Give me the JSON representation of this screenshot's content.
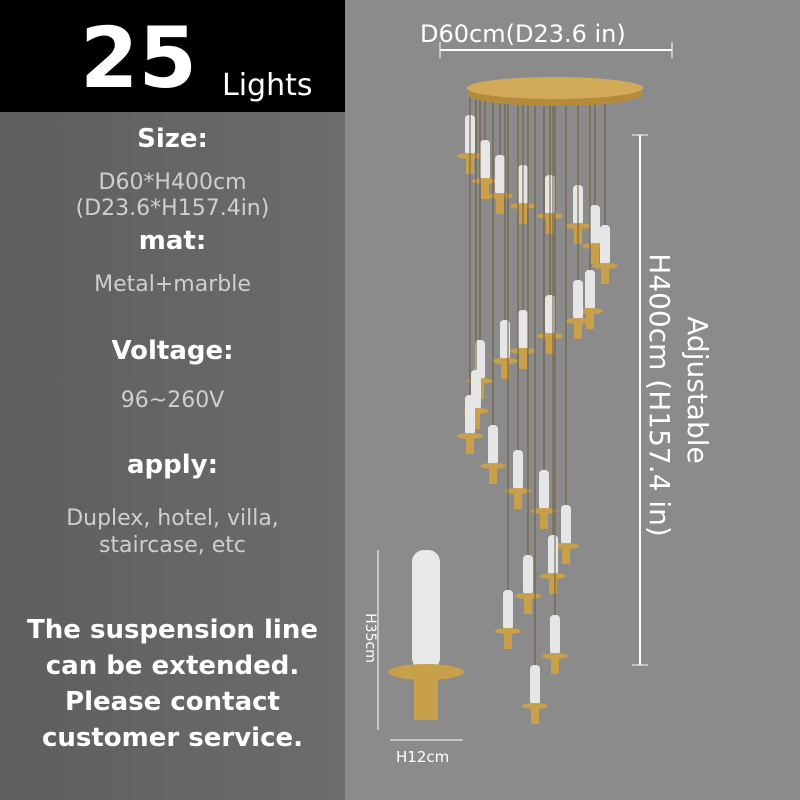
{
  "header": {
    "count": "25",
    "unit": "Lights"
  },
  "specs": {
    "size_label": "Size:",
    "size_value_1": "D60*H400cm",
    "size_value_2": "(D23.6*H157.4in)",
    "mat_label": "mat:",
    "mat_value": "Metal+marble",
    "voltage_label": "Voltage:",
    "voltage_value": "96~260V",
    "apply_label": "apply:",
    "apply_value_1": "Duplex, hotel, villa,",
    "apply_value_2": "staircase, etc"
  },
  "note": [
    "The suspension line",
    "can be extended.",
    "Please contact",
    "customer service."
  ],
  "dimensions": {
    "diameter": "D60cm(D23.6 in)",
    "height_1": "Adjustable",
    "height_2": "H400cm (H157.4 in)",
    "lamp_height": "H35cm",
    "lamp_width": "H12cm"
  },
  "colors": {
    "gold": "#c9a04a",
    "marble": "#e6e6e6"
  }
}
